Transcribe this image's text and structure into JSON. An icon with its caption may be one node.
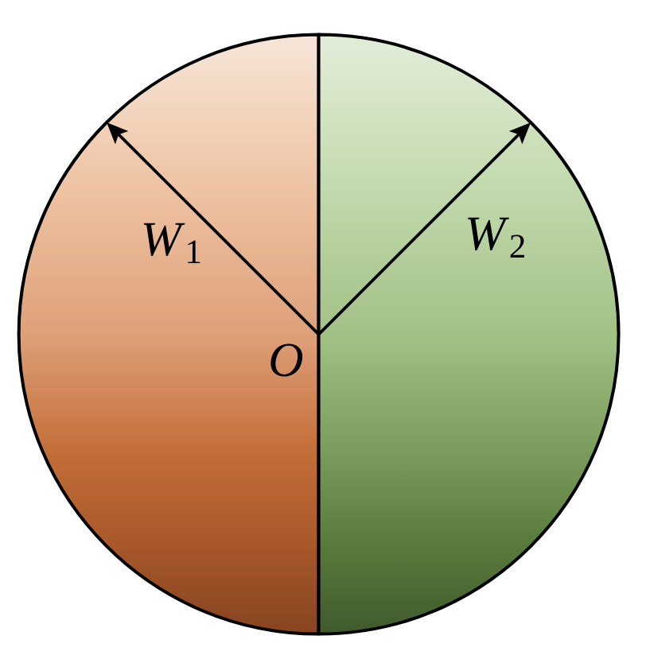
{
  "diagram": {
    "labels": [
      "*W*$_{1}$",
      "*W*$_{2}$",
      "O"
    ]
  }
}
